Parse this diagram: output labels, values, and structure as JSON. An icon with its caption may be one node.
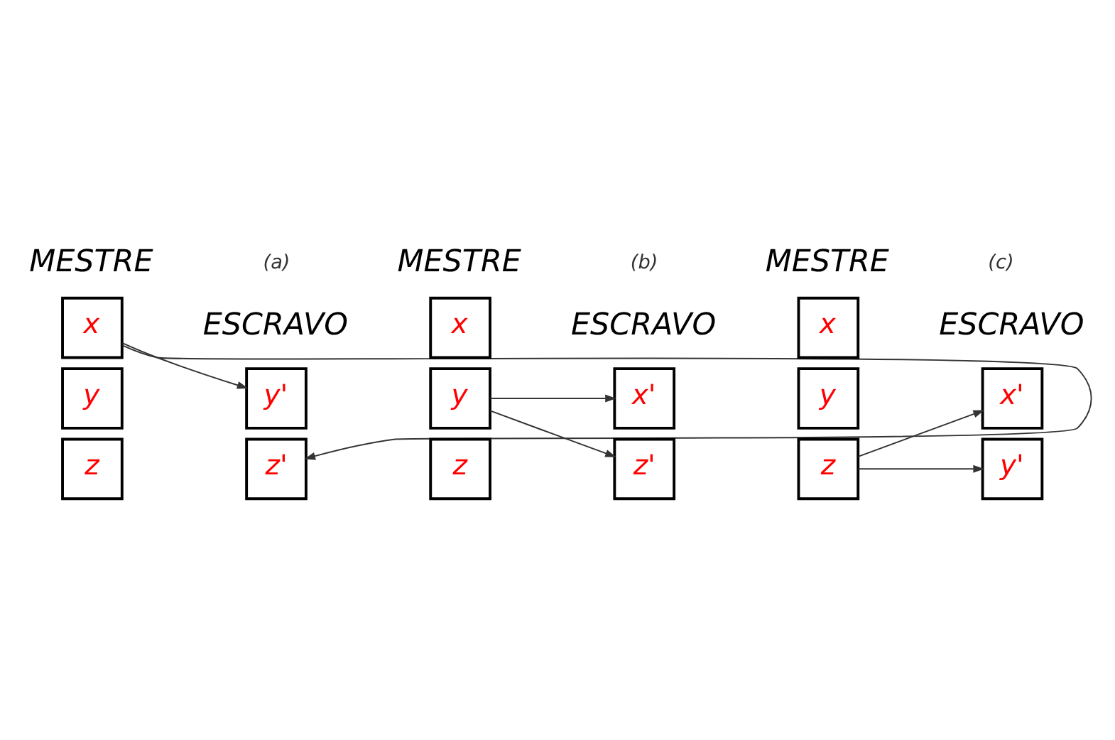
{
  "diagram": {
    "nodes": [
      {
        "text": [
          "x"
        ]
      },
      {
        "text": [
          "y"
        ]
      },
      {
        "text": [
          "z"
        ]
      },
      {
        "text": [
          "y'"
        ]
      },
      {
        "text": [
          "z'"
        ]
      },
      {
        "text": [
          "x"
        ]
      },
      {
        "text": [
          "y"
        ]
      },
      {
        "text": [
          "z"
        ]
      },
      {
        "text": [
          "x'"
        ]
      },
      {
        "text": [
          "z'"
        ]
      },
      {
        "text": [
          "x"
        ]
      },
      {
        "text": [
          "y"
        ]
      },
      {
        "text": [
          "z"
        ]
      },
      {
        "text": [
          "x'"
        ]
      },
      {
        "text": [
          "y'"
        ]
      }
    ],
    "edges": [
      {
        "from": 0,
        "to": 3,
        "arrow": "to"
      },
      {
        "from": 0,
        "to": 4,
        "arrow": "to"
      },
      {
        "from": 6,
        "to": 8,
        "arrow": "to"
      },
      {
        "from": 6,
        "to": 9,
        "arrow": "to"
      },
      {
        "from": 12,
        "to": 13,
        "arrow": "to"
      },
      {
        "from": 12,
        "to": 14,
        "arrow": "to"
      }
    ],
    "labels": [
      "(a)",
      "MESTRE",
      "ESCRAVO",
      "(b)",
      "MESTRE",
      "ESCRAVO",
      "(c)",
      "MESTRE",
      "ESCRAVO"
    ]
  }
}
